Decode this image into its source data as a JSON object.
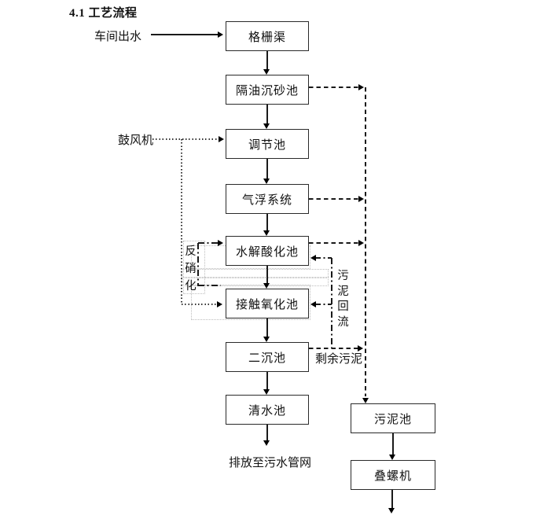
{
  "title": "4.1 工艺流程",
  "flow": {
    "source_label": "车间出水",
    "nodes": {
      "grid_channel": "格栅渠",
      "oil_grit_tank": "隔油沉砂池",
      "regulating_tank": "调节池",
      "air_flotation": "气浮系统",
      "hydrolysis_tank": "水解酸化池",
      "contact_oxidation_tank": "接触氧化池",
      "secondary_sedimentation_tank": "二沉池",
      "clean_water_tank": "清水池",
      "sludge_tank": "污泥池",
      "screw_press": "叠螺机"
    },
    "outfall_label": "排放至污水管网",
    "annotations": {
      "blower": "鼓风机",
      "denitrification": "反硝化",
      "sludge_return": "污泥回流",
      "excess_sludge": "剩余污泥"
    },
    "line_styles": {
      "water": "solid",
      "sludge": "dashed",
      "recirculation": "dash-dot",
      "air": "dotted"
    },
    "colors": {
      "line": "#1a1a1a",
      "box_border": "#2a2a2a",
      "background": "#ffffff"
    }
  }
}
